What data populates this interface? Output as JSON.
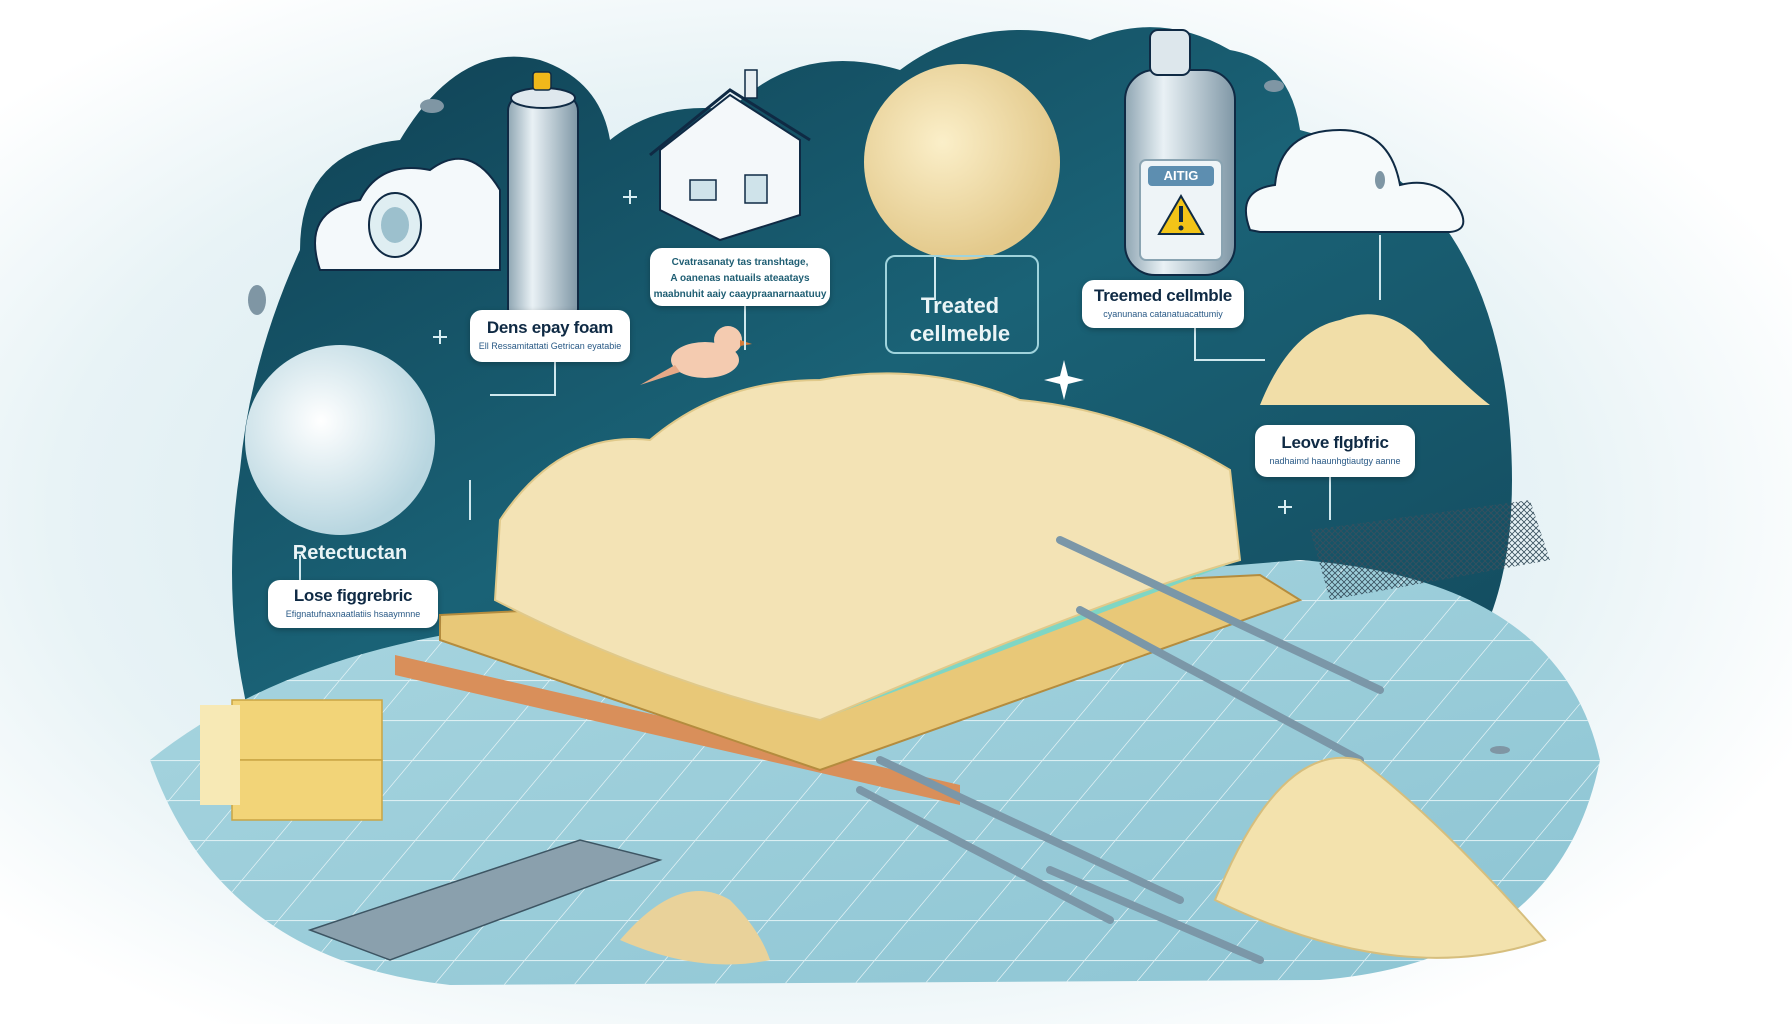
{
  "illustration": {
    "subject": "Insulation materials infographic",
    "colors": {
      "background": "#ffffff",
      "backdrop_dark": "#124a5c",
      "backdrop_teal": "#1f6f80",
      "floor": "#9fd0dc",
      "insulation_fluff": "#f3e3b5",
      "insulation_shadow": "#d9bf85",
      "board_wood": "#e8c878",
      "board_mint": "#7fd6c4",
      "metal": "#b8c6d0",
      "label_bg": "#ffffff",
      "label_text": "#0f2a44",
      "warning_yellow": "#f2c418"
    }
  },
  "labels": {
    "dense_spray_foam": {
      "title": "Dens epay foam",
      "subtitle": "Ell Ressamitattati Getrican eyatabie"
    },
    "center_callout": {
      "line1": "Cvatrasanaty tas transhtage,",
      "line2": "A oanenas natuails ateaatays",
      "line3": "maabnuhit aaiy caaypraanarnaatuuy"
    },
    "treated_cellulose_plain": {
      "line1": "Treated",
      "line2": "cellmeble"
    },
    "treated_cellulose_box": {
      "title": "Treemed cellmble",
      "subtitle": "cyanunana catanatuacattumiy"
    },
    "loose_fill_right": {
      "title": "Leove flgbfric",
      "subtitle": "nadhaimd haaunhgtiautgy aanne"
    },
    "left_heading": {
      "text": "Retectuctan"
    },
    "loose_fill_left": {
      "title": "Lose figgrebric",
      "subtitle": "Efignatufnaxnaatlatiis hsaaymnne"
    },
    "spray_can_tag": {
      "text": "AITIG"
    }
  },
  "icons": {
    "spray_can": "spray-can-icon",
    "house": "house-icon",
    "warning": "warning-triangle-icon",
    "bird": "bird-icon",
    "insect": "insect-icon",
    "cloud": "cloud-icon",
    "sparkle": "sparkle-icon",
    "plus": "plus-icon"
  }
}
